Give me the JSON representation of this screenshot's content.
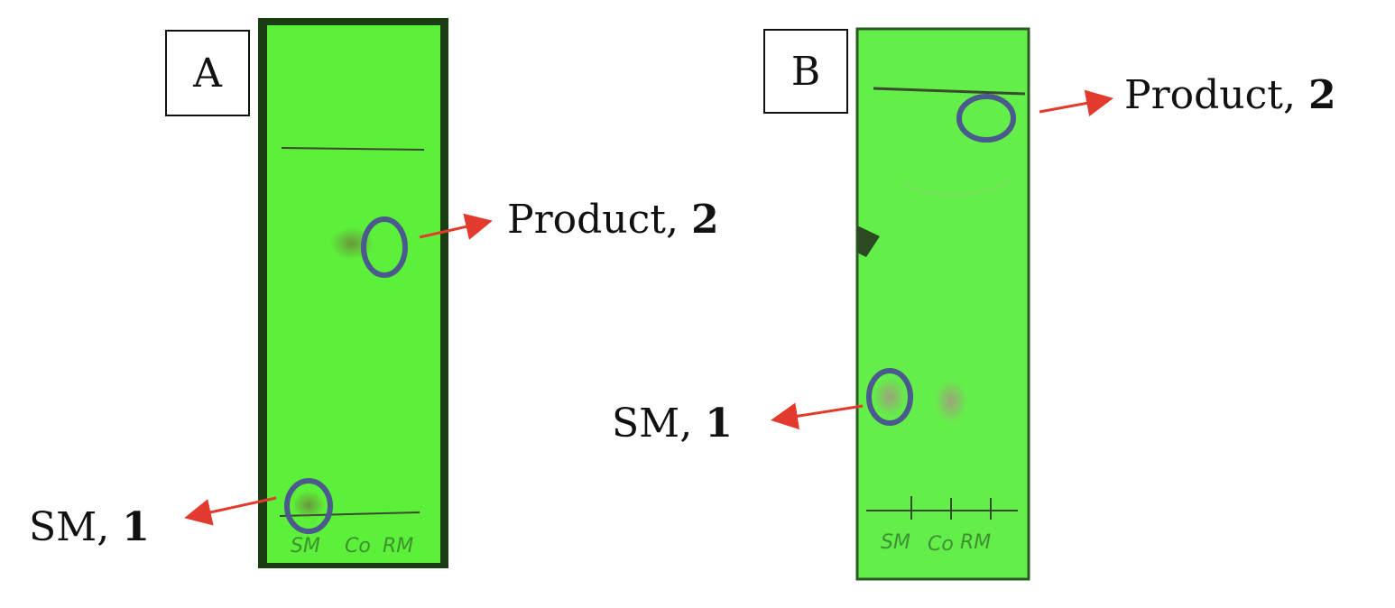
{
  "panels": [
    {
      "id": "A",
      "label": "A",
      "product_label": "Product,",
      "product_number": "2",
      "sm_label": "SM,",
      "sm_number": "1",
      "lane_labels": [
        "SM",
        "Co",
        "RM"
      ]
    },
    {
      "id": "B",
      "label": "B",
      "product_label": "Product,",
      "product_number": "2",
      "sm_label": "SM,",
      "sm_number": "1",
      "lane_labels": [
        "SM",
        "Co",
        "RM"
      ]
    }
  ],
  "colors": {
    "plate_green": "#5cf03a",
    "plate_dark_edge": "#1b3d12",
    "circle_blue": "#4a5a8c",
    "arrow_red": "#e23b2e",
    "spot": "#7a7a3a"
  }
}
